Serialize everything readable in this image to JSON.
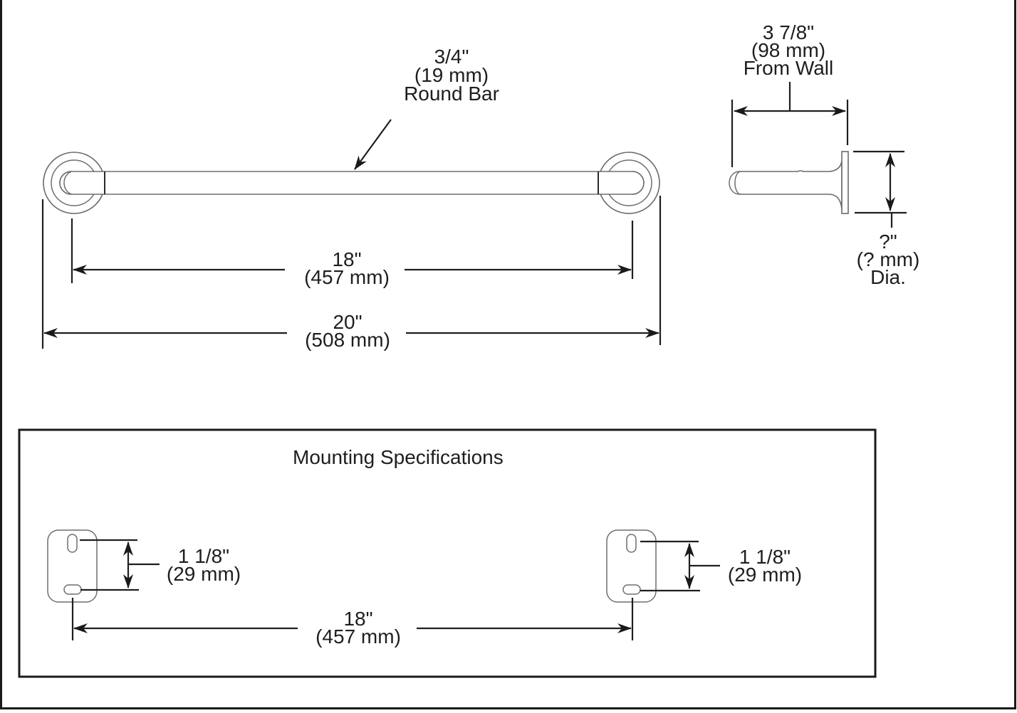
{
  "diagram": {
    "type": "dimension-drawing",
    "subject": "towel bar",
    "front_view": {
      "bar_callout": {
        "size": "3/4\"",
        "metric": "(19 mm)",
        "desc": "Round Bar"
      },
      "center_dimension": {
        "imperial": "18\"",
        "metric": "(457 mm)"
      },
      "overall_dimension": {
        "imperial": "20\"",
        "metric": "(508 mm)"
      }
    },
    "side_view": {
      "projection": {
        "imperial": "3 7/8\"",
        "metric": "(98 mm)",
        "desc": "From Wall"
      },
      "flange_diameter": {
        "imperial": "?\"",
        "metric": "(? mm)",
        "desc": "Dia."
      }
    },
    "mounting": {
      "title": "Mounting Specifications",
      "left_bracket_spacing": {
        "imperial": "1 1/8\"",
        "metric": "(29 mm)"
      },
      "right_bracket_spacing": {
        "imperial": "1 1/8\"",
        "metric": "(29 mm)"
      },
      "center_dimension": {
        "imperial": "18\"",
        "metric": "(457 mm)"
      }
    },
    "colors": {
      "line": "#1a1a1a",
      "part_outline": "#6a6a6a",
      "background": "#ffffff"
    }
  }
}
